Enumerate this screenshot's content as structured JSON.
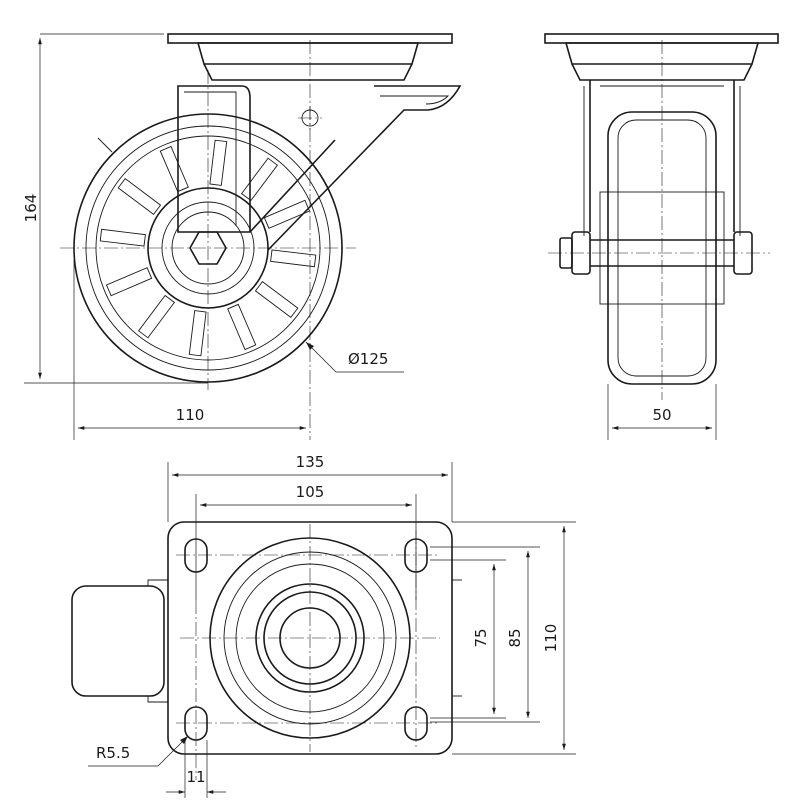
{
  "drawing": {
    "dims": {
      "height_total": "164",
      "wheel_offset": "110",
      "wheel_diameter": "Ø125",
      "wheel_width": "50",
      "plate_length": "135",
      "hole_spacing_long": "105",
      "hole_spacing_short": "75",
      "plate_inner": "85",
      "plate_width": "110",
      "slot_radius": "R5.5",
      "slot_width": "11"
    }
  }
}
